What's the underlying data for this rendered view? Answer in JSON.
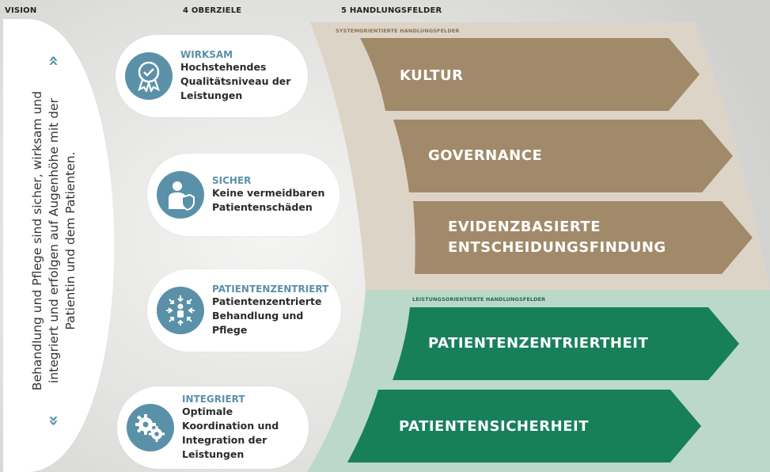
{
  "headers": {
    "vision": "VISION",
    "goals": "4 OBERZIELE",
    "fields": "5 HANDLUNGSFELDER"
  },
  "vision": {
    "text": "Behandlung und Pflege sind sicher, wirksam und integriert und erfolgen auf Augenhöhe mit der Patientin und dem Patienten."
  },
  "goals": [
    {
      "title": "WIRKSAM",
      "desc": "Hochstehendes Qualitätsniveau der Leistungen",
      "icon": "award-icon"
    },
    {
      "title": "SICHER",
      "desc": "Keine vermeidbaren Patientenschäden",
      "icon": "person-shield-icon"
    },
    {
      "title": "PATIENTENZENTRIERT",
      "desc": "Patientenzentrierte Behandlung und Pflege",
      "icon": "person-center-icon"
    },
    {
      "title": "INTEGRIERT",
      "desc": "Optimale Koordination und Integration der Leistungen",
      "icon": "gears-icon"
    }
  ],
  "sections": {
    "system": "SYSTEMORIENTIERTE HANDLUNGSFELDER",
    "service": "LEISTUNGSORIENTIERTE HANDLUNGSFELDER"
  },
  "fields": [
    {
      "label": "KULTUR"
    },
    {
      "label": "GOVERNANCE"
    },
    {
      "label": "EVIDENZBASIERTE ENTSCHEIDUNGSFINDUNG"
    },
    {
      "label": "PATIENTENZENTRIERTHEIT"
    },
    {
      "label": "PATIENTENSICHERHEIT"
    }
  ],
  "colors": {
    "accent": "#5a91a8",
    "system_arrow": "#a18a6a",
    "system_bg": "#ddd4c8",
    "service_arrow": "#17805a",
    "service_bg": "#bcd8cb"
  }
}
